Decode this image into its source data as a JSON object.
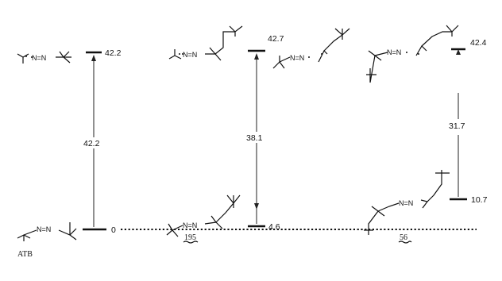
{
  "diagram": {
    "ground_value": "0",
    "columns": [
      {
        "compound_label": "ATB",
        "upper_level": "42.2",
        "arrow_value": "42.2"
      },
      {
        "compound_label": "195",
        "upper_level": "42.7",
        "arrow_value": "38.1",
        "lower_level": "4.6"
      },
      {
        "compound_label": "56",
        "upper_level": "42.4",
        "arrow_value": "31.7",
        "lower_level": "10.7"
      }
    ],
    "azo_link": "N=N"
  }
}
